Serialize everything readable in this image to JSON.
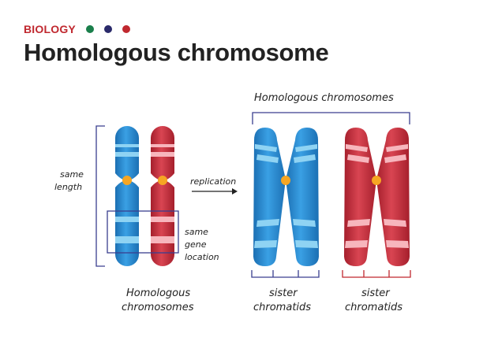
{
  "header": {
    "eyebrow": "BIOLOGY",
    "title": "Homologous chromosome",
    "dot_colors": [
      "#1a7f4b",
      "#2a2a6a",
      "#c0282f"
    ]
  },
  "colors": {
    "blue": "#2b8fd6",
    "blue_dark": "#1b6fb3",
    "blue_band": "#8fd3f3",
    "red": "#c9323f",
    "red_dark": "#a51f2c",
    "red_band": "#f7b6bd",
    "centromere": "#f6a623",
    "bracket_blue": "#3a3f8f",
    "bracket_red": "#c0282f"
  },
  "labels": {
    "same": "same",
    "length": "length",
    "replication": "replication",
    "gene_1": "same",
    "gene_2": "gene",
    "gene_3": "location",
    "homologous_left_1": "Homologous",
    "homologous_left_2": "chromosomes",
    "homologous_top": "Homologous  chromosomes",
    "sister_blue_1": "sister",
    "sister_blue_2": "chromatids",
    "sister_red_1": "sister",
    "sister_red_2": "chromatids"
  }
}
